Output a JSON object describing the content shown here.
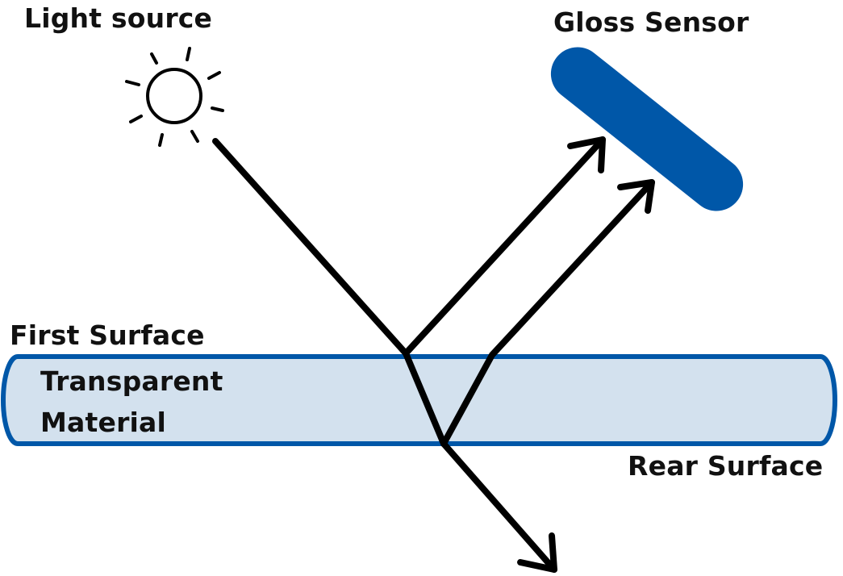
{
  "labels": {
    "light_source": "Light source",
    "gloss_sensor": "Gloss Sensor",
    "first_surface": "First Surface",
    "material_line1": "Transparent",
    "material_line2": "Material",
    "rear_surface": "Rear Surface"
  },
  "colors": {
    "sensor_fill": "#0057A8",
    "material_fill": "#D3E1EE",
    "material_border": "#0057A8",
    "ray": "#000000"
  },
  "icons": {
    "light_source": "sun-icon",
    "sensor": "gloss-sensor-bar"
  }
}
